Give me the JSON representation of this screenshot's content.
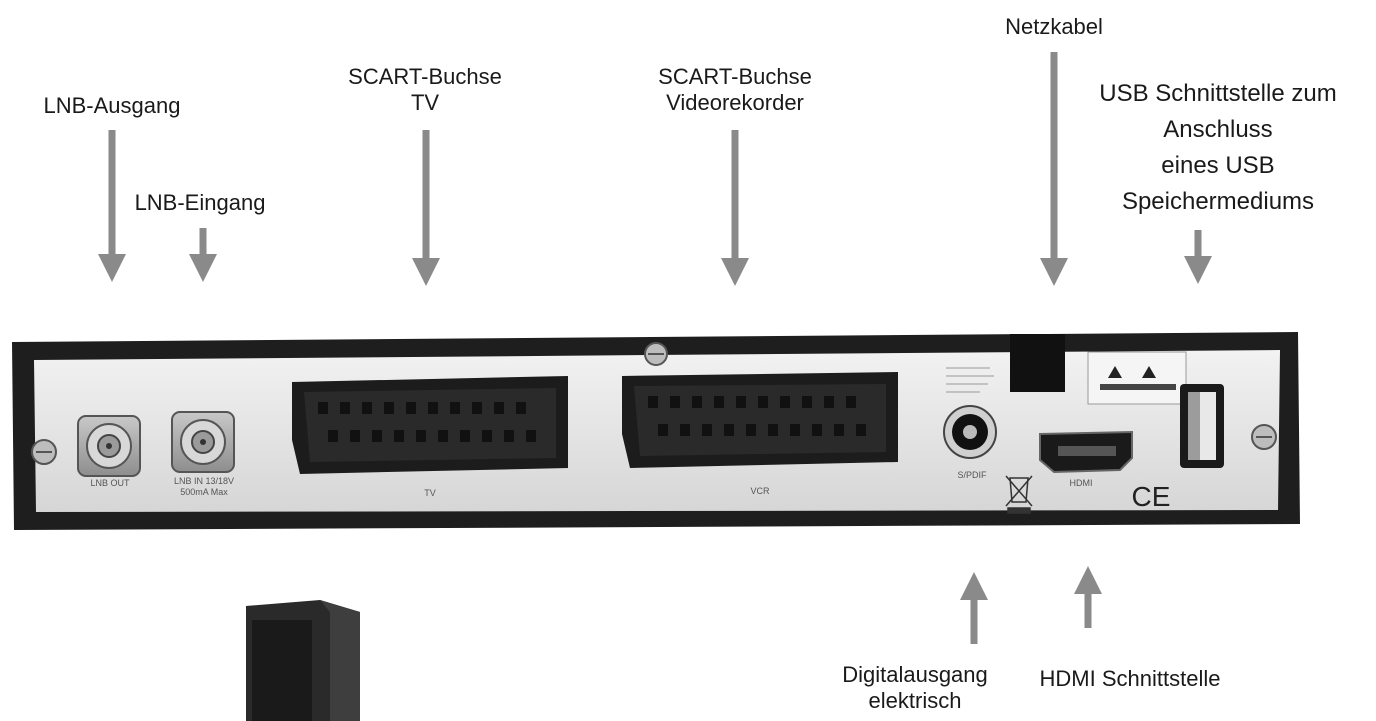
{
  "labels": {
    "lnb_out": [
      "LNB-Ausgang"
    ],
    "lnb_in": [
      "LNB-Eingang"
    ],
    "scart_tv": [
      "SCART-Buchse",
      "TV"
    ],
    "scart_vcr": [
      "SCART-Buchse",
      "Videorekorder"
    ],
    "netz": [
      "Netzkabel"
    ],
    "usb": [
      "USB Schnittstelle zum",
      "Anschluss",
      "eines USB",
      "Speichermediums"
    ],
    "digital": [
      "Digitalausgang",
      "elektrisch"
    ],
    "hdmi": [
      "HDMI Schnittstelle"
    ]
  },
  "device_markings": {
    "lnb_out": "LNB OUT",
    "lnb_in": [
      "LNB IN",
      "13/18V",
      "500mA Max"
    ],
    "tv": "TV",
    "vcr": "VCR",
    "spdif": "S/PDIF",
    "hdmi": "HDMI",
    "ce": "CE"
  },
  "colors": {
    "arrow": "#8a8a8a",
    "panel": "#e6e6e6",
    "frame": "#202020"
  }
}
